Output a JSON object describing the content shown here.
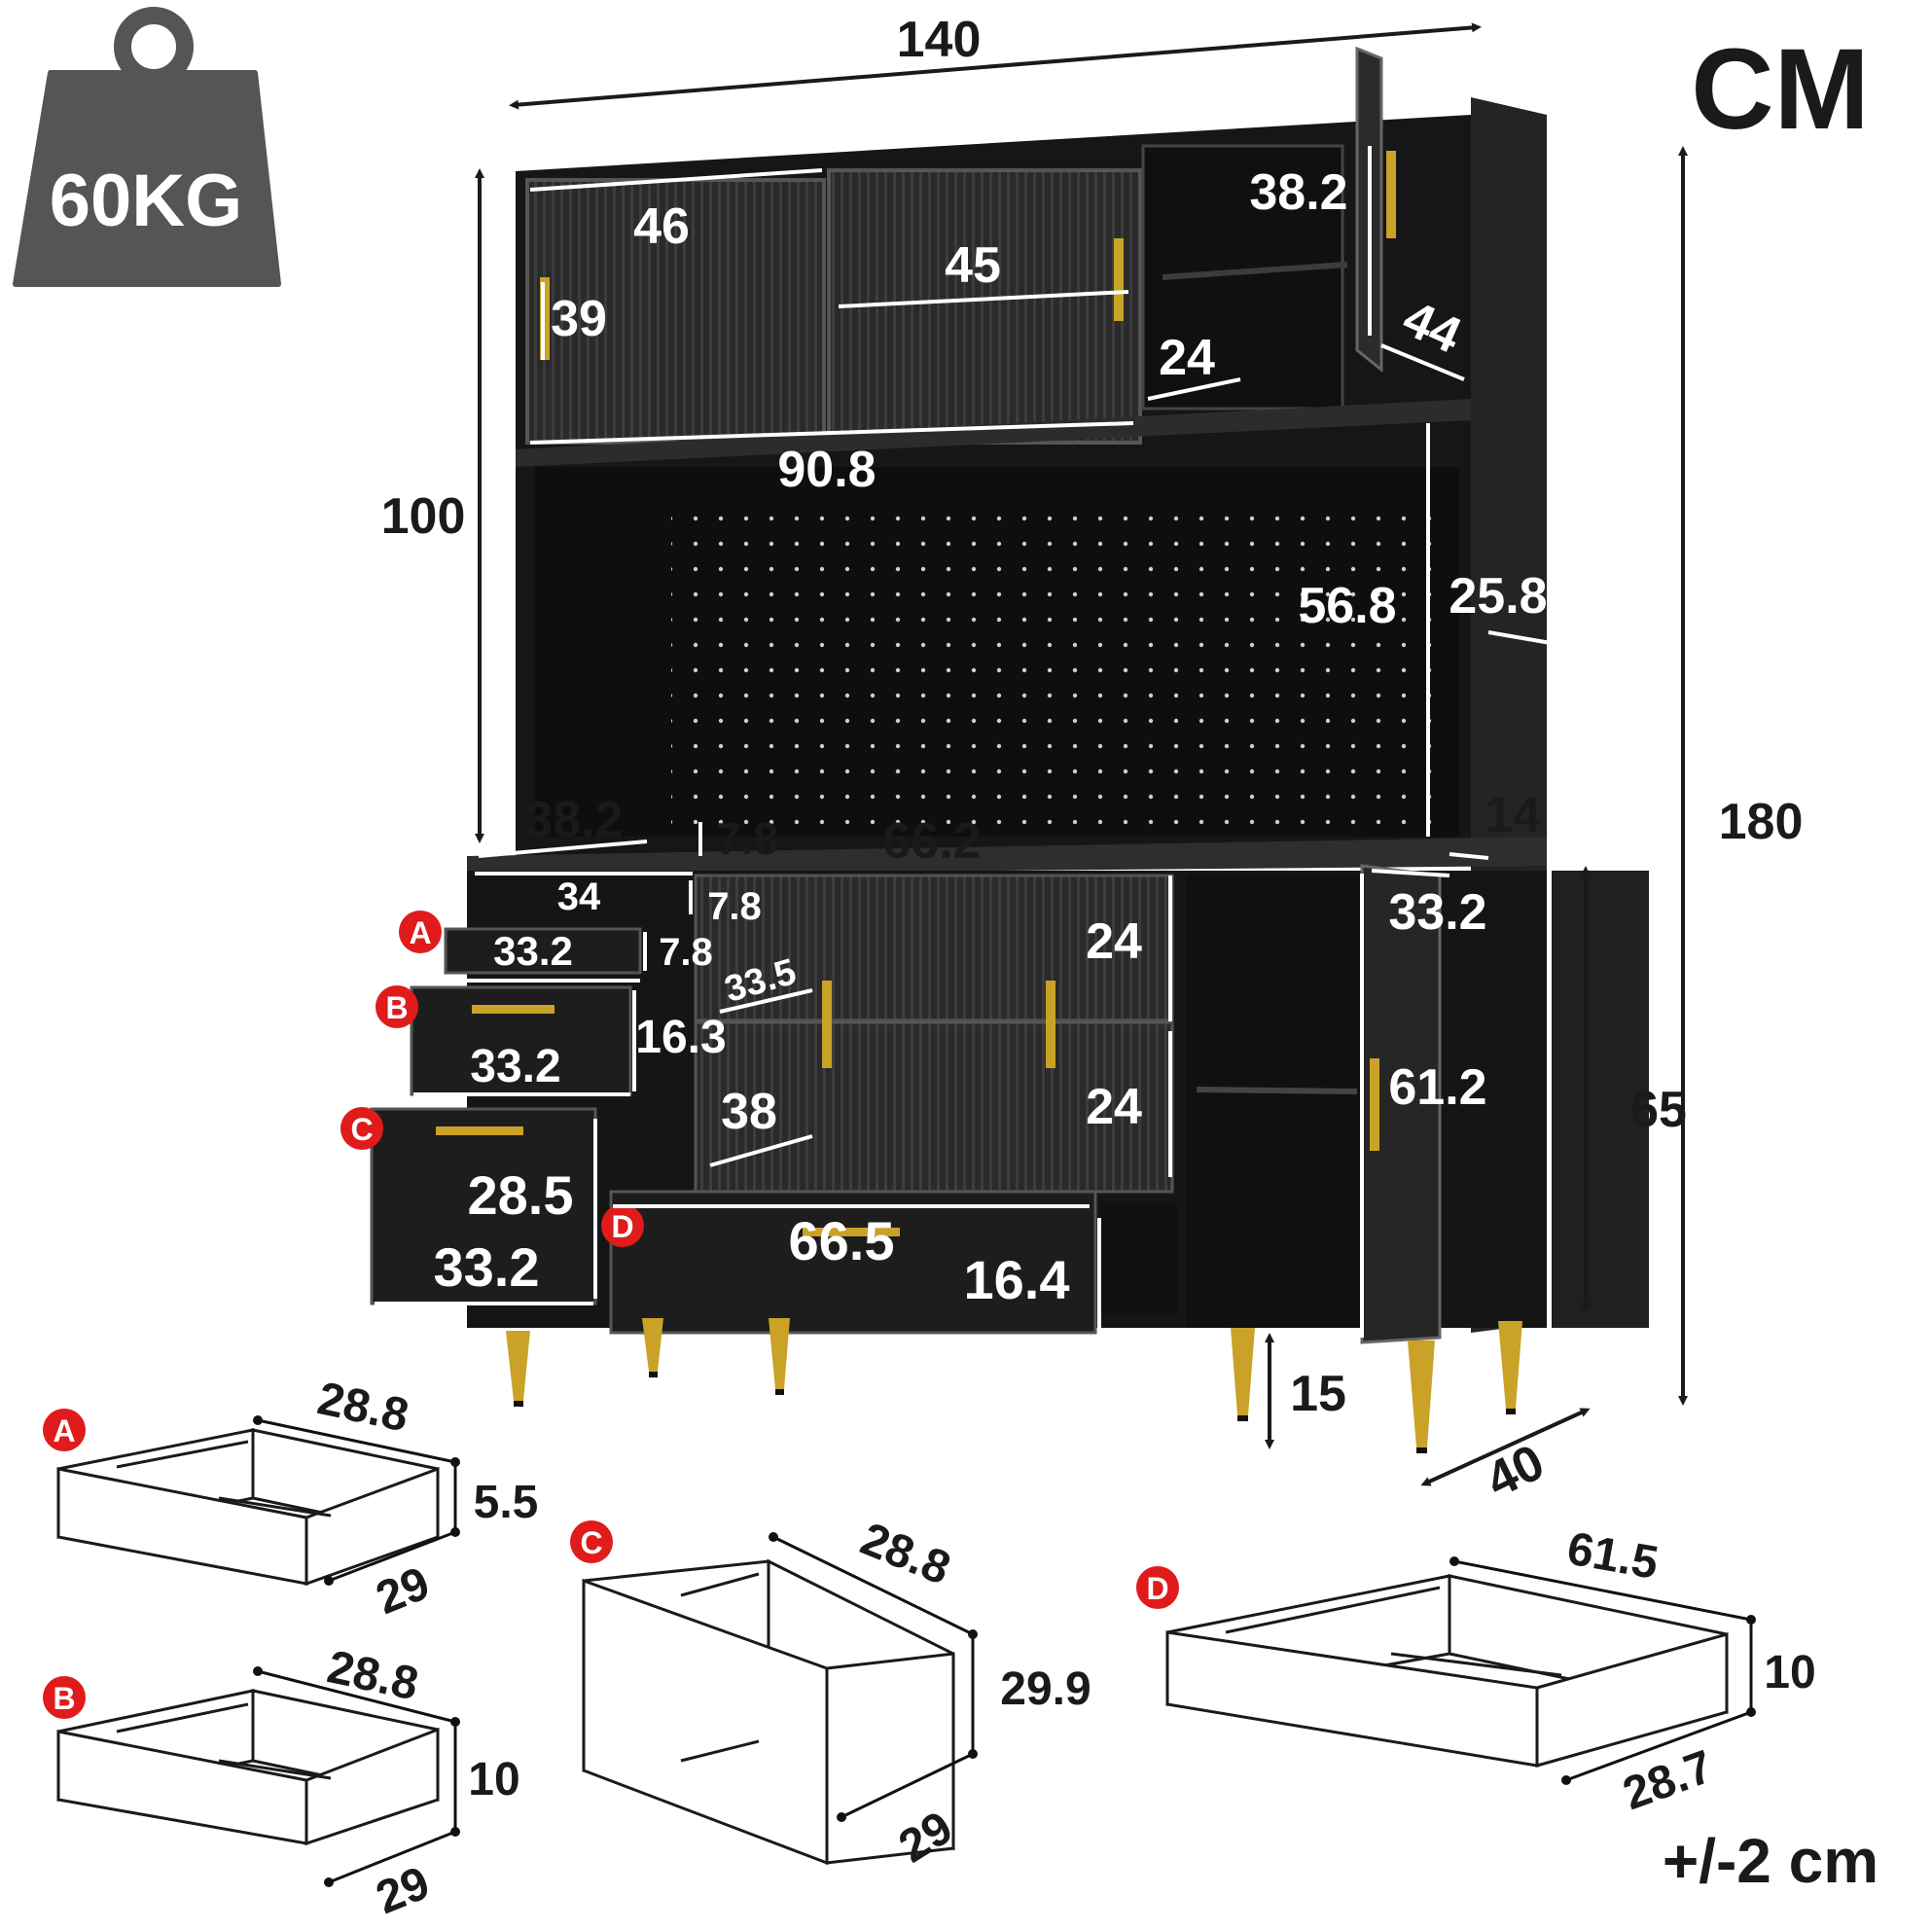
{
  "weight_badge": {
    "text": "60KG",
    "color": "#555555"
  },
  "unit": "CM",
  "tolerance": "+/-2 cm",
  "colors": {
    "cabinet": "#141414",
    "panel": "#222222",
    "gold": "#c9a227",
    "badge": "#e01b1b",
    "dim_white": "#ffffff",
    "dim_dark": "#1a1a1a"
  },
  "overall": {
    "width": "140",
    "height": "180",
    "upper_height": "100",
    "lower_height": "65",
    "depth": "40",
    "leg_height": "15"
  },
  "upper": {
    "glass_door_width": "46",
    "glass_door_height": "39",
    "sliding_width": "45",
    "open_width": "90.8",
    "side_door_width": "38.2",
    "side_door_depth": "44",
    "shelf_depth": "24",
    "pegboard_height": "56.8",
    "side_depth": "25.8",
    "counter_depth": "14"
  },
  "lower": {
    "left_top_width": "38.2",
    "gap_top": "7.8",
    "center_width": "66.2",
    "left_inner": "34",
    "gap_mid": "7.8",
    "gap_a": "7.8",
    "drawer_a_width": "33.2",
    "drawer_b_width": "33.2",
    "drawer_b_height": "16.3",
    "drawer_c_width": "33.2",
    "drawer_c_height": "28.5",
    "diag_33_5": "33.5",
    "inner_depth_38": "38",
    "shelf_top": "24",
    "shelf_bottom": "24",
    "drawer_d_width": "66.5",
    "drawer_d_height": "16.4",
    "right_width": "33.2",
    "right_height": "61.2"
  },
  "drawers": [
    {
      "label": "A",
      "width": "28.8",
      "height": "5.5",
      "depth": "29"
    },
    {
      "label": "B",
      "width": "28.8",
      "height": "10",
      "depth": "29"
    },
    {
      "label": "C",
      "width": "28.8",
      "height": "29.9",
      "depth": "29"
    },
    {
      "label": "D",
      "width": "61.5",
      "height": "10",
      "depth": "28.7"
    }
  ]
}
